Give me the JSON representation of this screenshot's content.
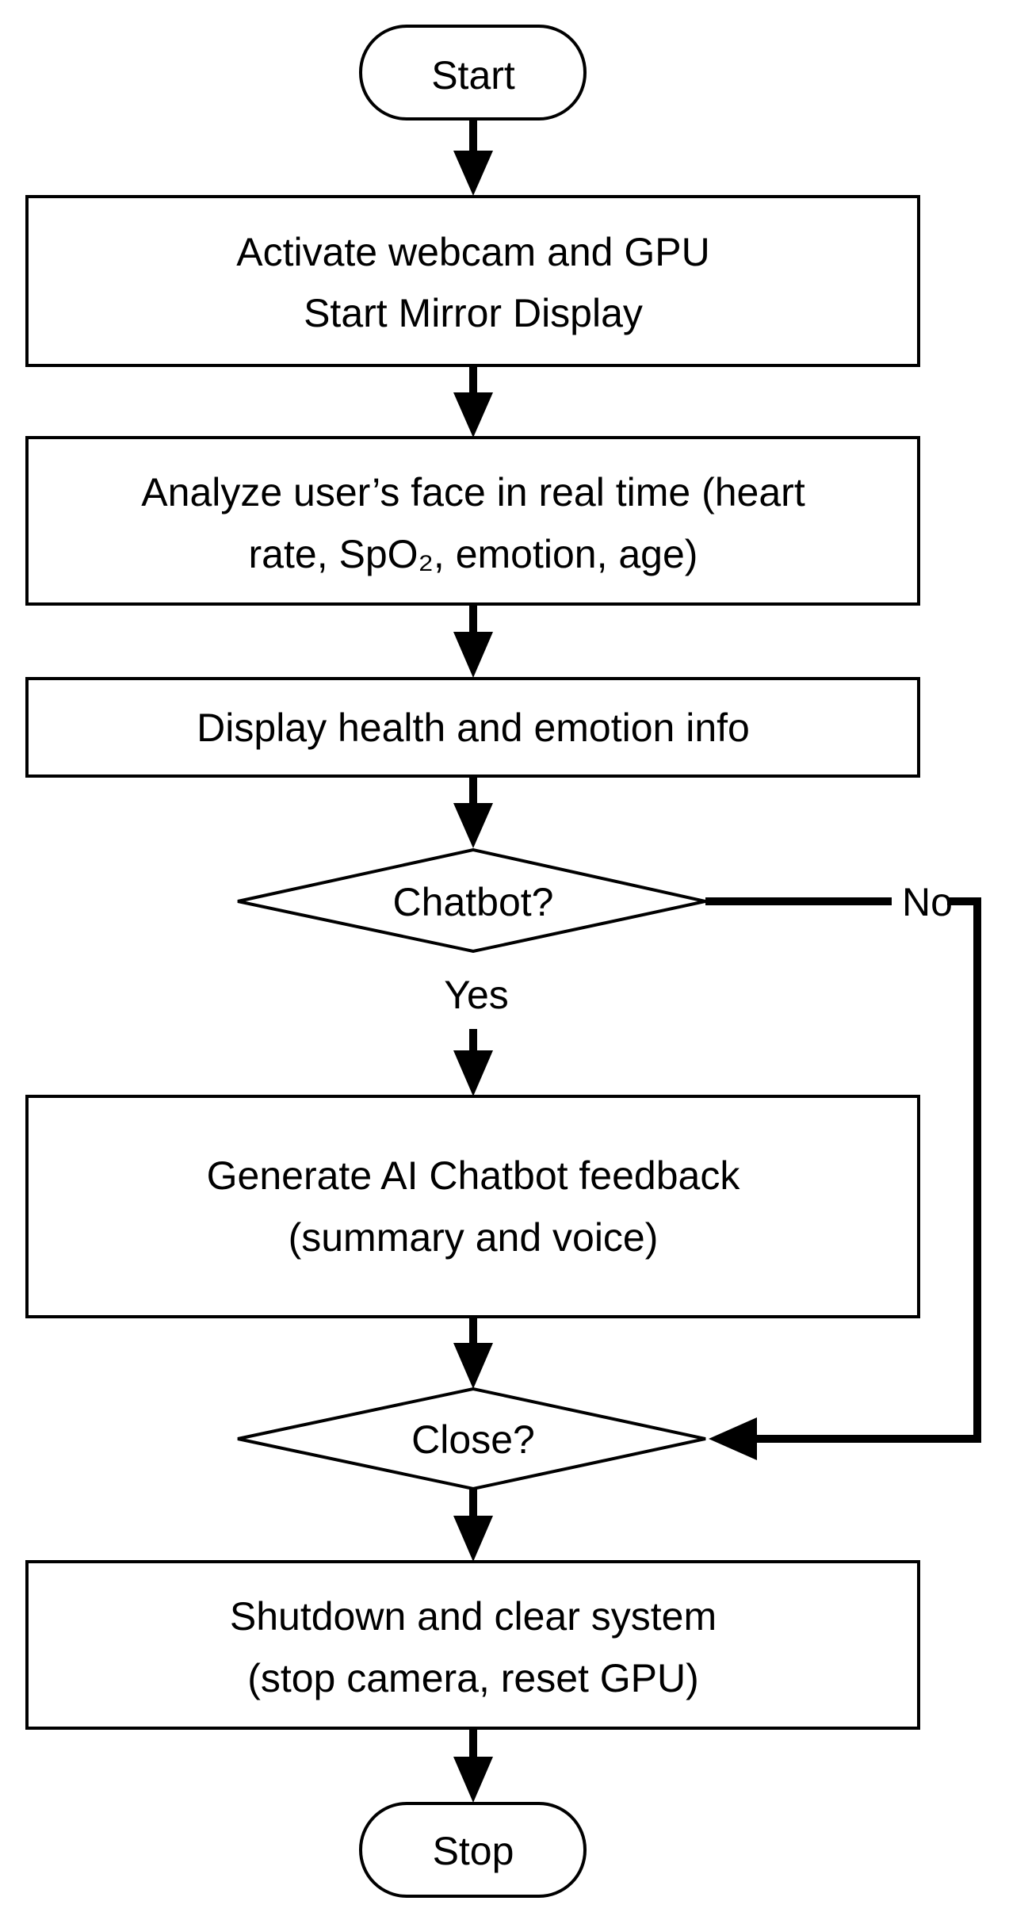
{
  "flowchart": {
    "start": "Start",
    "step1": {
      "line1": "Activate webcam and GPU",
      "line2": "Start Mirror Display"
    },
    "step2": {
      "line1": "Analyze user’s face in real time (heart",
      "line2": "rate, SpO₂, emotion, age)"
    },
    "step3": {
      "line1": "Display health and emotion info"
    },
    "decision1": {
      "label": "Chatbot?",
      "yes": "Yes",
      "no": "No"
    },
    "step4": {
      "line1": "Generate AI Chatbot feedback",
      "line2": "(summary and voice)"
    },
    "decision2": {
      "label": "Close?"
    },
    "step5": {
      "line1": "Shutdown and clear system",
      "line2": "(stop camera, reset GPU)"
    },
    "stop": "Stop"
  }
}
